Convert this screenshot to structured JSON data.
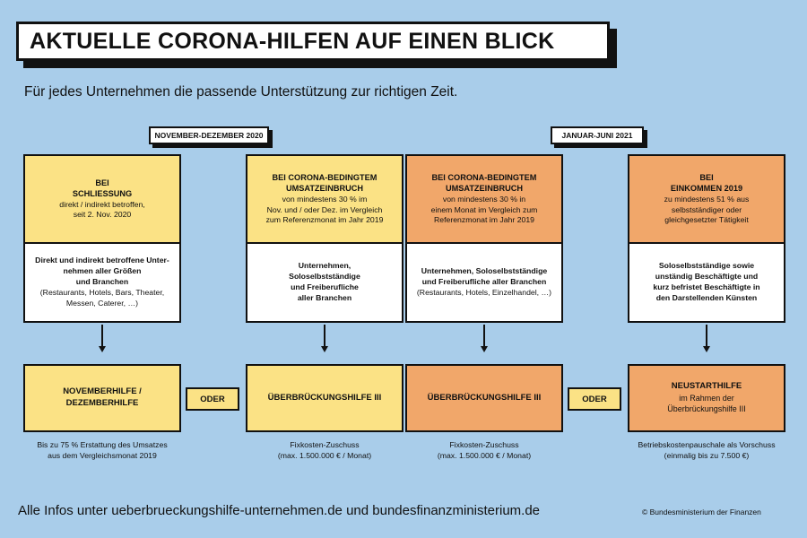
{
  "title": "AKTUELLE CORONA-HILFEN AUF EINEN BLICK",
  "subtitle": "Für jedes Unternehmen die passende Unterstützung zur richtigen Zeit.",
  "periods": {
    "first": "NOVEMBER-DEZEMBER 2020",
    "second": "JANUAR-JUNI 2021"
  },
  "cards": [
    {
      "top": [
        "BEI",
        "SCHLIESSUNG",
        "direkt / indirekt betroffen,",
        "seit 2. Nov. 2020"
      ],
      "bottom": [
        "Direkt und indirekt betroffene Unter-",
        "nehmen aller Größen",
        "und Branchen",
        "(Restaurants, Hotels, Bars, Theater,",
        "Messen, Caterer, …)"
      ]
    },
    {
      "top": [
        "BEI CORONA-BEDINGTEM",
        "UMSATZEINBRUCH",
        "von mindestens 30 % im",
        "Nov. und / oder Dez. im Vergleich",
        "zum Referenzmonat im Jahr 2019"
      ],
      "bottom": [
        "Unternehmen,",
        "Soloselbstständige",
        "und Freiberufliche",
        "aller Branchen"
      ]
    },
    {
      "top": [
        "BEI CORONA-BEDINGTEM",
        "UMSATZEINBRUCH",
        "von mindestens 30 % in",
        "einem Monat im Vergleich zum",
        "Referenzmonat im Jahr 2019"
      ],
      "bottom": [
        "Unternehmen, Soloselbstständige",
        "und Freiberufliche aller Branchen",
        "(Restaurants, Hotels, Einzelhandel, …)"
      ]
    },
    {
      "top": [
        "BEI",
        "EINKOMMEN 2019",
        "zu mindestens 51 % aus",
        "selbstständiger oder",
        "gleichgesetzter Tätigkeit"
      ],
      "bottom": [
        "Soloselbstständige sowie",
        "unständig Beschäftigte und",
        "kurz befristet Beschäftigte in",
        "den Darstellenden Künsten"
      ]
    }
  ],
  "programs": [
    {
      "lines": [
        "NOVEMBERHILFE /",
        "DEZEMBERHILFE"
      ]
    },
    {
      "lines": [
        "ÜBERBRÜCKUNGSHILFE III"
      ]
    },
    {
      "lines": [
        "ÜBERBRÜCKUNGSHILFE III"
      ]
    },
    {
      "lines": [
        "NEUSTARTHILFE",
        "im Rahmen der",
        "Überbrückungshilfe III"
      ]
    }
  ],
  "oder": "ODER",
  "captions": [
    [
      "Bis zu 75 % Erstattung des Umsatzes",
      "aus dem Vergleichsmonat 2019"
    ],
    [
      "Fixkosten-Zuschuss",
      "(max. 1.500.000 € / Monat)"
    ],
    [
      "Fixkosten-Zuschuss",
      "(max. 1.500.000 € / Monat)"
    ],
    [
      "Betriebskostenpauschale als Vorschuss",
      "(einmalig bis zu 7.500 €)"
    ]
  ],
  "footer": "Alle Infos unter ueberbrueckungshilfe-unternehmen.de und bundesfinanzministerium.de",
  "copyright": "© Bundesministerium der Finanzen",
  "colors": {
    "background": "#a9cdea",
    "yellow": "#fbe285",
    "orange": "#f1a76a",
    "border": "#111111"
  }
}
